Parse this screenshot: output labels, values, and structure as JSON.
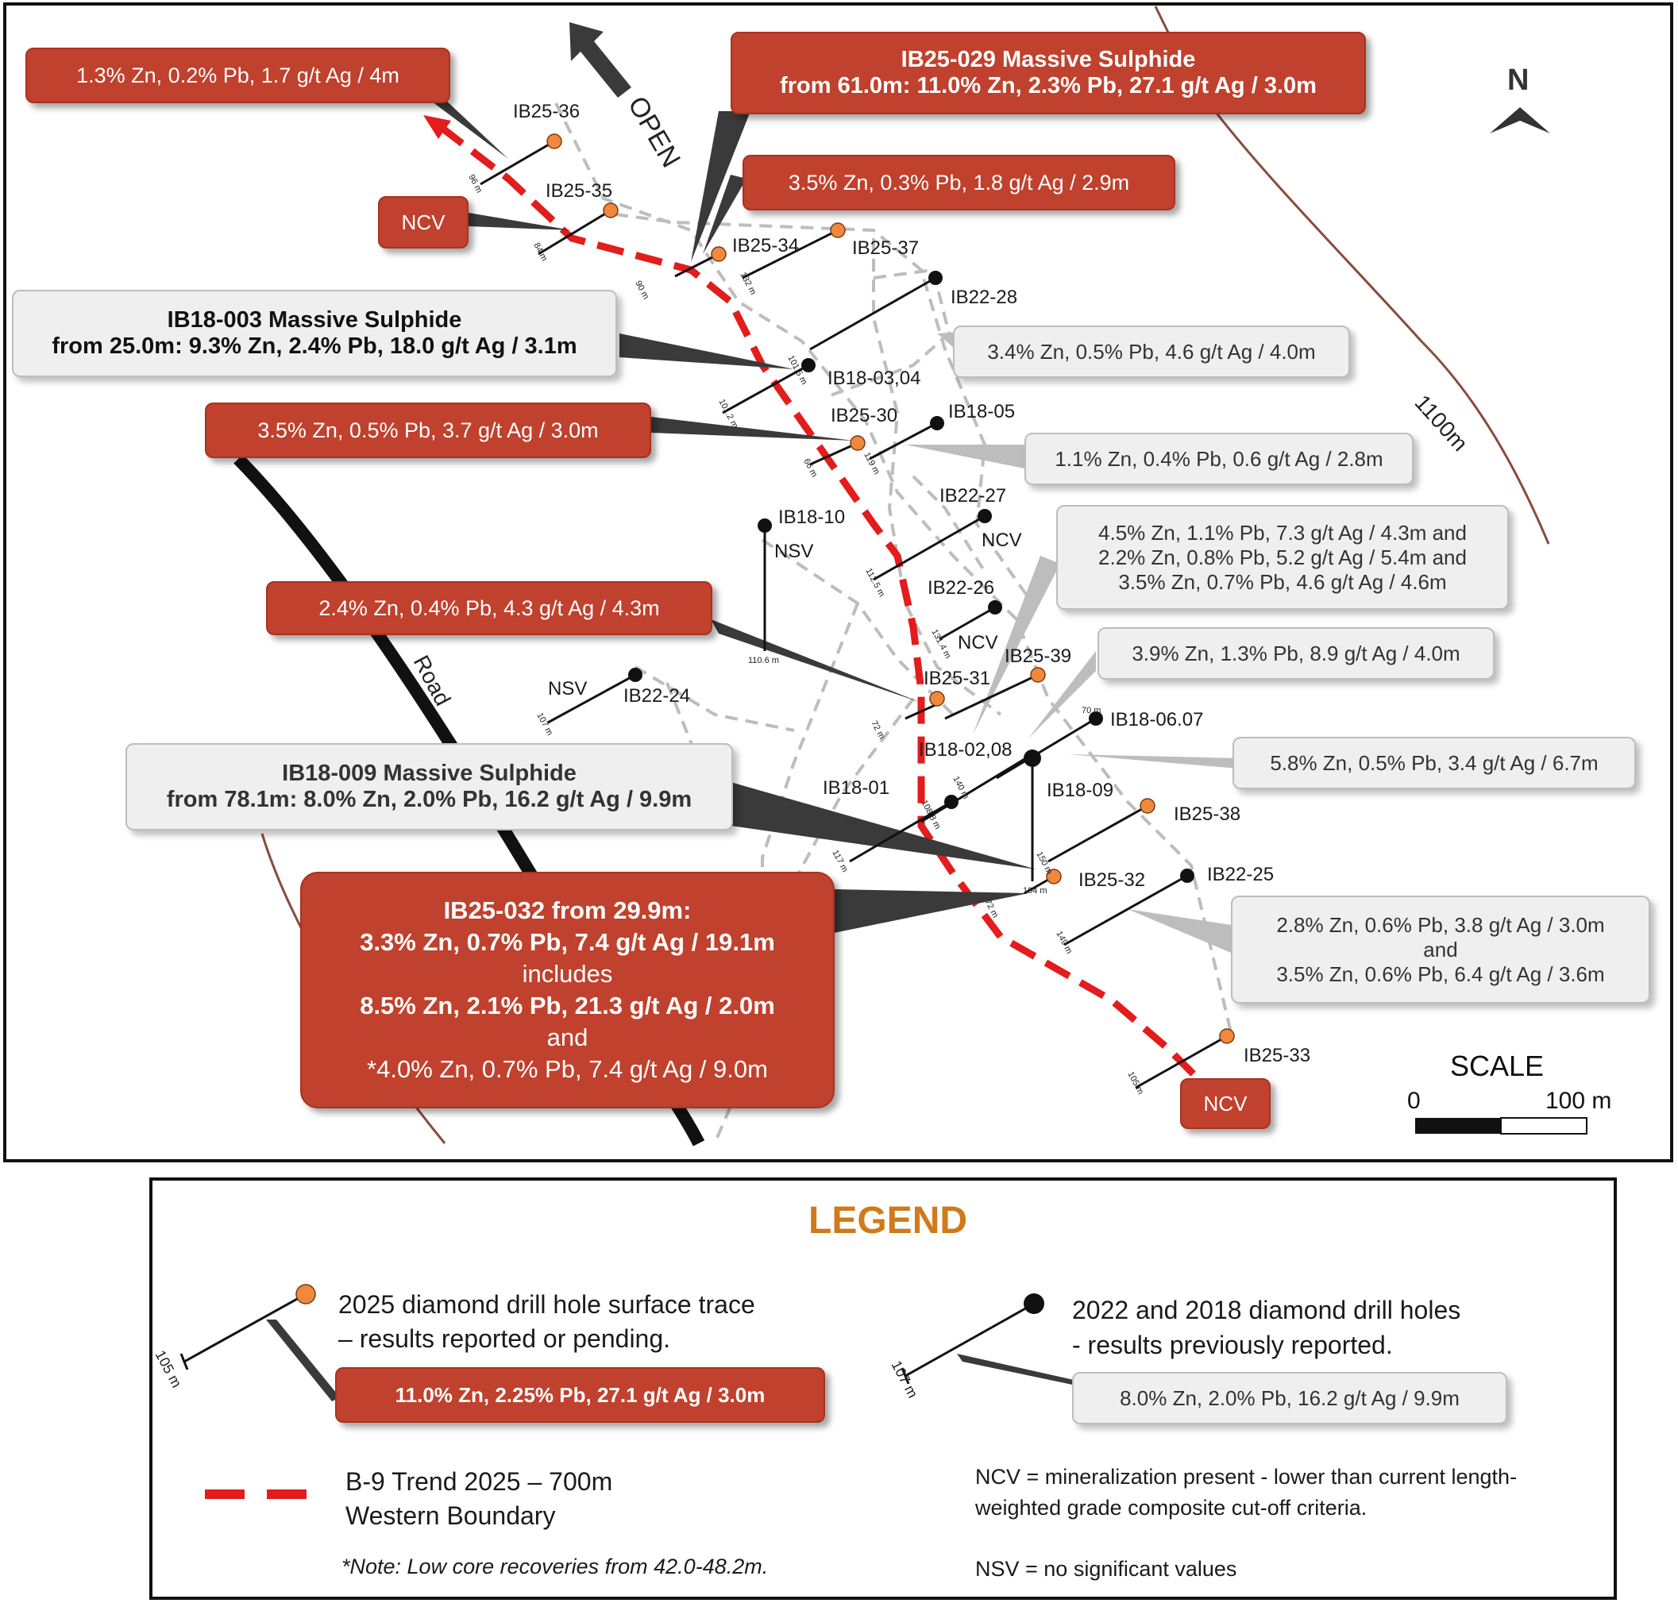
{
  "map": {
    "north_label": "N",
    "open_label": "OPEN",
    "road_label": "Road",
    "contour_label": "1100m",
    "scale": {
      "title": "SCALE",
      "start": "0",
      "end": "100 m"
    }
  },
  "callouts": {
    "c1": {
      "lines": [
        "1.3% Zn, 0.2% Pb, 1.7 g/t Ag / 4m"
      ]
    },
    "c_ncv_top": {
      "lines": [
        "NCV"
      ]
    },
    "c_ib25029": {
      "lines": [
        "IB25-029 Massive Sulphide",
        "from 61.0m: 11.0% Zn, 2.3% Pb, 27.1 g/t Ag / 3.0m"
      ]
    },
    "c_ib25034": {
      "lines": [
        "3.5% Zn, 0.3% Pb, 1.8 g/t Ag / 2.9m"
      ]
    },
    "c_ib18003": {
      "lines": [
        "IB18-003 Massive Sulphide",
        "from 25.0m: 9.3% Zn, 2.4% Pb, 18.0 g/t Ag / 3.1m"
      ]
    },
    "c_ib2228": {
      "lines": [
        "3.4% Zn, 0.5% Pb, 4.6 g/t Ag / 4.0m"
      ]
    },
    "c_ib2530": {
      "lines": [
        "3.5% Zn, 0.5% Pb, 3.7 g/t Ag / 3.0m"
      ]
    },
    "c_ib1805": {
      "lines": [
        "1.1% Zn, 0.4% Pb, 0.6 g/t Ag / 2.8m"
      ]
    },
    "c_multi": {
      "lines": [
        "4.5% Zn, 1.1% Pb, 7.3 g/t Ag / 4.3m and",
        "2.2% Zn, 0.8% Pb, 5.2 g/t Ag / 5.4m and",
        "3.5% Zn, 0.7% Pb, 4.6 g/t Ag / 4.6m"
      ]
    },
    "c_ib2531": {
      "lines": [
        "2.4% Zn, 0.4% Pb, 4.3 g/t Ag / 4.3m"
      ]
    },
    "c_ib2539": {
      "lines": [
        "3.9% Zn, 1.3% Pb, 8.9 g/t Ag / 4.0m"
      ]
    },
    "c_ib1806": {
      "lines": [
        "5.8% Zn, 0.5% Pb, 3.4 g/t Ag / 6.7m"
      ]
    },
    "c_ib18009": {
      "lines": [
        "IB18-009 Massive Sulphide",
        "from 78.1m: 8.0% Zn, 2.0% Pb, 16.2 g/t Ag / 9.9m"
      ]
    },
    "c_ib2225": {
      "lines": [
        "2.8% Zn, 0.6% Pb, 3.8 g/t Ag / 3.0m",
        "and",
        "3.5% Zn, 0.6% Pb, 6.4 g/t Ag / 3.6m"
      ]
    },
    "c_ib25032": {
      "lines": [
        "IB25-032 from 29.9m:",
        "3.3% Zn, 0.7% Pb, 7.4 g/t Ag / 19.1m",
        "includes",
        "8.5% Zn, 2.1% Pb, 21.3 g/t Ag / 2.0m",
        "and",
        "*4.0% Zn, 0.7% Pb, 7.4 g/t Ag / 9.0m"
      ]
    },
    "c_ncv_bottom": {
      "lines": [
        "NCV"
      ]
    }
  },
  "holes": [
    {
      "id": "IB25-36",
      "type": "2025"
    },
    {
      "id": "IB25-35",
      "type": "2025"
    },
    {
      "id": "IB25-34",
      "type": "2025"
    },
    {
      "id": "IB25-37",
      "type": "2025"
    },
    {
      "id": "IB22-28",
      "type": "2022/2018"
    },
    {
      "id": "IB18-03,04",
      "type": "2022/2018"
    },
    {
      "id": "IB25-30",
      "type": "2025"
    },
    {
      "id": "IB18-05",
      "type": "2022/2018"
    },
    {
      "id": "IB22-27",
      "type": "2022/2018"
    },
    {
      "id": "IB18-10",
      "type": "2022/2018"
    },
    {
      "id": "IB22-26",
      "type": "2022/2018"
    },
    {
      "id": "IB25-39",
      "type": "2025"
    },
    {
      "id": "IB25-31",
      "type": "2025"
    },
    {
      "id": "IB18-06.07",
      "type": "2022/2018"
    },
    {
      "id": "IB18-02,08",
      "type": "2022/2018"
    },
    {
      "id": "IB18-01",
      "type": "2022/2018"
    },
    {
      "id": "IB18-09",
      "type": "2022/2018"
    },
    {
      "id": "IB25-38",
      "type": "2025"
    },
    {
      "id": "IB25-32",
      "type": "2025"
    },
    {
      "id": "IB22-25",
      "type": "2022/2018"
    },
    {
      "id": "IB22-24",
      "type": "2022/2018"
    },
    {
      "id": "IB25-33",
      "type": "2025"
    }
  ],
  "hole_notes": {
    "ncv_2227": "NCV",
    "nsv_1810": "NSV",
    "ncv_2226": "NCV",
    "nsv_2224": "NSV"
  },
  "depth_labels": [
    "96 m",
    "84 m",
    "90 m",
    "132 m",
    "101.5 m",
    "101.2 m",
    "66 m",
    "119 m",
    "112.5 m",
    "110.6 m",
    "131.4 m",
    "72 m",
    "140 m",
    "108.8 m",
    "117 m",
    "150 m",
    "104 m",
    "72 m",
    "149 m",
    "105 m",
    "107 m",
    "70 m"
  ],
  "legend": {
    "title": "LEGEND",
    "item_2025_line1": "2025 diamond drill hole surface trace",
    "item_2025_line2": "– results reported or pending.",
    "item_2025_example": "11.0% Zn, 2.25% Pb, 27.1 g/t Ag / 3.0m",
    "item_2025_depth": "105 m",
    "item_old_line1": "2022 and 2018 diamond drill holes",
    "item_old_line2": "- results previously reported.",
    "item_old_example": "8.0% Zn, 2.0% Pb, 16.2 g/t Ag / 9.9m",
    "item_old_depth": "107 m",
    "trend_line1": "B-9 Trend 2025 – 700m",
    "trend_line2": "Western Boundary",
    "note": "*Note: Low core recoveries from 42.0-48.2m.",
    "ncv_def_line1": "NCV = mineralization present - lower than current length-",
    "ncv_def_line2": "weighted grade composite cut-off criteria.",
    "nsv_def": "NSV = no significant values"
  },
  "colors": {
    "red_callout": "#c0412d",
    "trend": "#e31c1c",
    "hole_2025": "#f0883e",
    "hole_old": "#111111",
    "contour": "#8b4a3c",
    "legend_title": "#d07a1a"
  }
}
